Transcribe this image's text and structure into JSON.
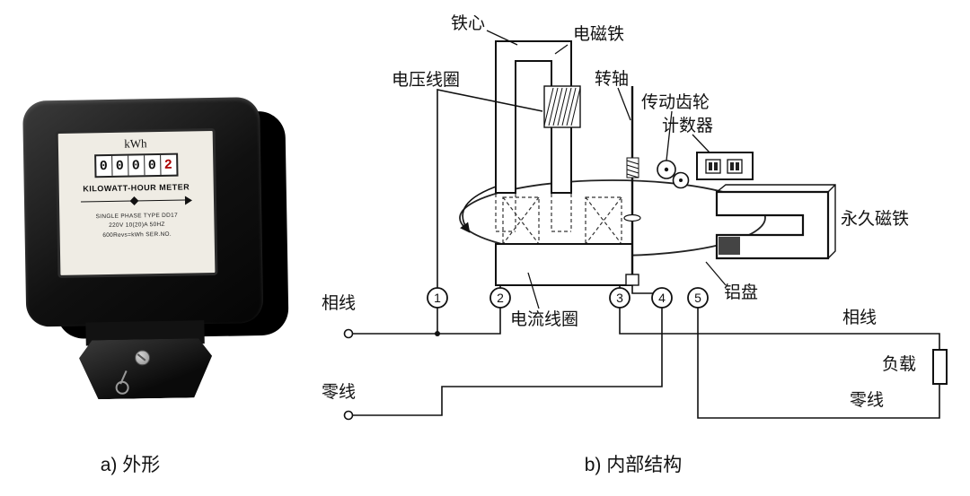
{
  "captions": {
    "a": "a) 外形",
    "b": "b) 内部结构"
  },
  "meter": {
    "unit": "kWh",
    "digits": [
      "0",
      "0",
      "0",
      "0",
      "2"
    ],
    "title": "KILOWATT-HOUR METER",
    "spec_line1": "SINGLE PHASE   TYPE DD17",
    "spec_line2": "220V   10(20)A   50HZ",
    "spec_line3": "600Revs=kWh   SER.NO."
  },
  "labels": {
    "iron_core": "铁心",
    "electromagnet": "电磁铁",
    "voltage_coil": "电压线圈",
    "shaft": "转轴",
    "drive_gear": "传动齿轮",
    "counter": "计数器",
    "permanent_magnet": "永久磁铁",
    "aluminum_disc": "铝盘",
    "current_coil": "电流线圈",
    "phase_left": "相线",
    "neutral_left": "零线",
    "phase_right": "相线",
    "neutral_right": "零线",
    "load": "负载"
  },
  "terminals": [
    "1",
    "2",
    "3",
    "4",
    "5"
  ],
  "colors": {
    "ink": "#111111",
    "body_black": "#111111",
    "face": "#efece4"
  }
}
